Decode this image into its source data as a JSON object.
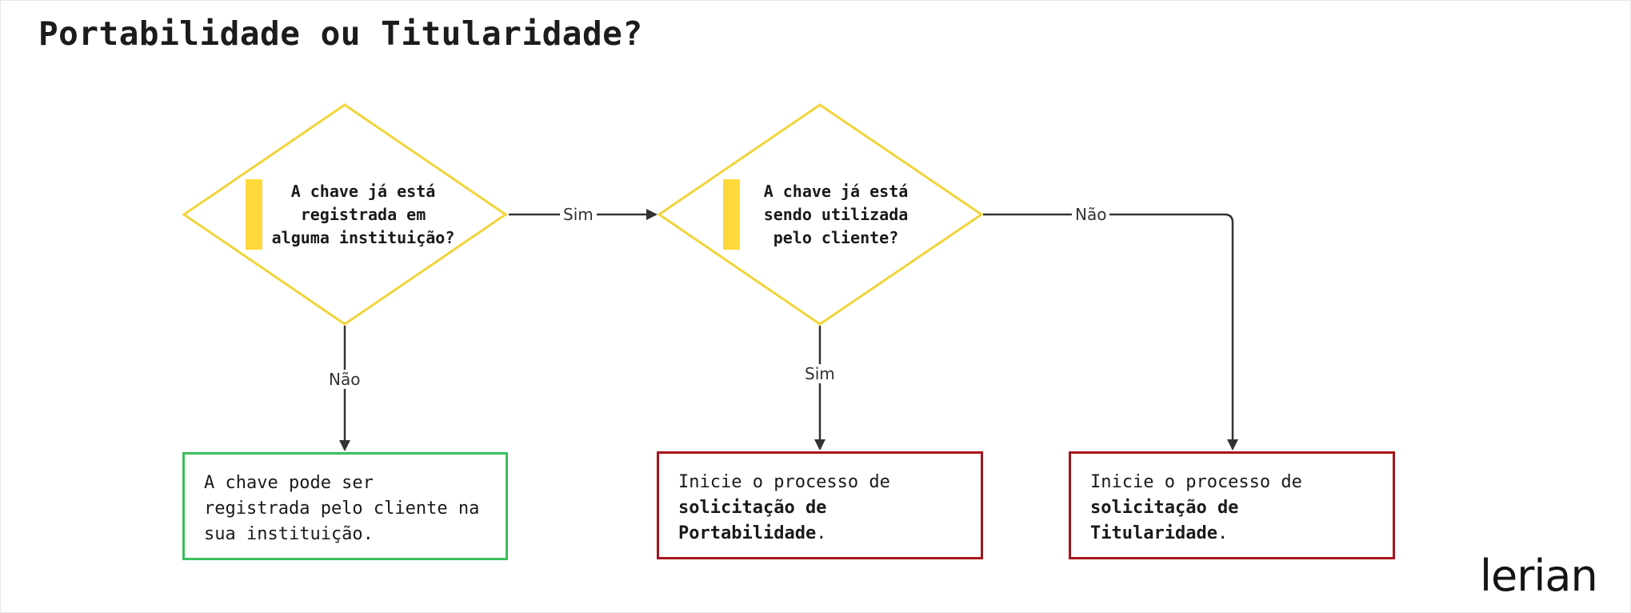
{
  "title": "Portabilidade ou Titularidade?",
  "colors": {
    "decision_border": "#F2D43A",
    "decision_accent": "#FFD93B",
    "positive_border": "#3CBF5C",
    "negative_border": "#A8141C",
    "connector": "#333333"
  },
  "decisions": [
    {
      "id": "d1",
      "text": "A chave já está\nregistrada em\nalguma instituição?"
    },
    {
      "id": "d2",
      "text": "A chave já está\nsendo utilizada\npelo cliente?"
    }
  ],
  "connector_labels": {
    "d1_to_d2": "Sim",
    "d1_down": "Não",
    "d2_down": "Sim",
    "d2_right": "Não"
  },
  "outcomes": {
    "registrar": {
      "text": "A chave pode ser registrada pelo cliente na sua instituição."
    },
    "portabilidade": {
      "prefix": "Inicie o processo de ",
      "bold": "solicitação de Portabilidade",
      "suffix": "."
    },
    "titularidade": {
      "prefix": "Inicie o processo de ",
      "bold": "solicitação de Titularidade",
      "suffix": "."
    }
  },
  "logo": "lerian"
}
